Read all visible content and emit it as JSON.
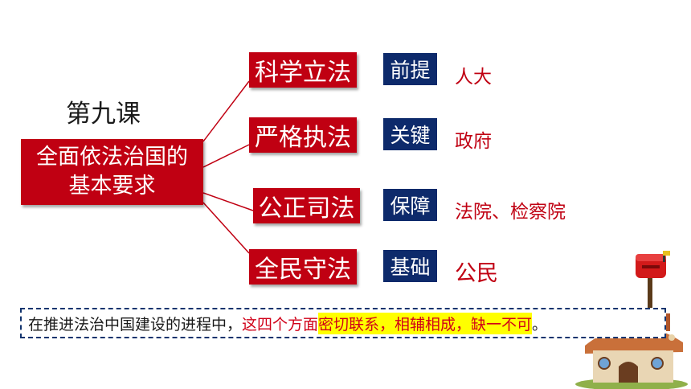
{
  "lesson": "第九课",
  "center_lines": [
    "全面依法治国的",
    "基本要求"
  ],
  "branches": [
    {
      "label": "科学立法",
      "key": "前提",
      "role": "人大"
    },
    {
      "label": "严格执法",
      "key": "关键",
      "role": "政府"
    },
    {
      "label": "公正司法",
      "key": "保障",
      "role": "法院、检察院"
    },
    {
      "label": "全民守法",
      "key": "基础",
      "role": "公民"
    }
  ],
  "summary": {
    "part_black": "在推进法治中国建设的进程中，",
    "part_red": "这四个方面",
    "part_highlight": "密切联系，相辅相成，缺一不可",
    "part_end": "。"
  },
  "colors": {
    "red": "#c00012",
    "navy": "#0d2a6b",
    "highlight": "#ffff00"
  },
  "icons": [
    "mailbox-icon",
    "cottage-icon"
  ]
}
